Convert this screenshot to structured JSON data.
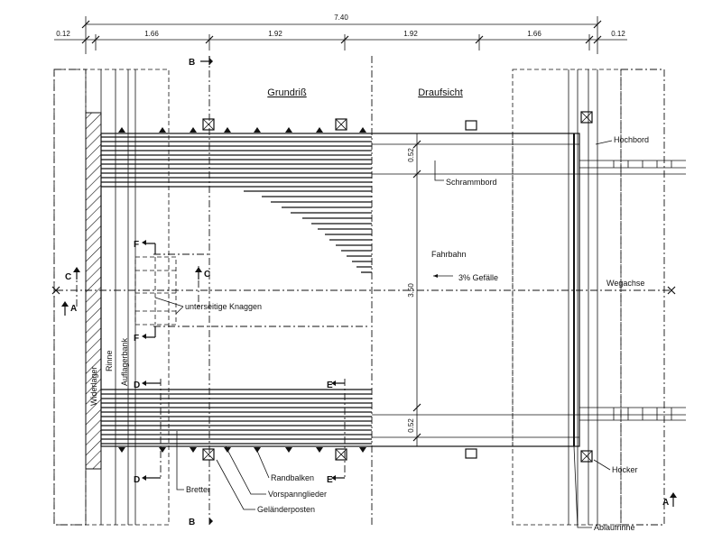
{
  "dimensions": {
    "overall": "7.40",
    "segments": [
      "0.12",
      "1.66",
      "1.92",
      "1.92",
      "1.66",
      "0.12"
    ],
    "vertical": [
      "0.52",
      "3.50",
      "0.52"
    ]
  },
  "titles": {
    "plan": "Grundriß",
    "top_view": "Draufsicht"
  },
  "sections": {
    "b_top": "B",
    "b_bottom": "B",
    "c_left": "C",
    "c_right": "C",
    "a_left": "A",
    "a_right": "A",
    "f_top": "F",
    "f_bottom": "F",
    "d_top": "D",
    "d_bottom": "D",
    "e_top": "E",
    "e_bottom": "E"
  },
  "labels": {
    "hochbord": "Hochbord",
    "schrammbord": "Schrammbord",
    "fahrbahn": "Fahrbahn",
    "gefaelle": "3% Gefälle",
    "wegachse": "Wegachse",
    "knaggen": "unterseitige Knaggen",
    "widerlager": "Widerlager",
    "rinne": "Rinne",
    "auflagerbank": "Auflagerbank",
    "bretter": "Bretter",
    "randbalken": "Randbalken",
    "vorspannglieder": "Vorspannglieder",
    "gelaenderpfosten": "Geländerposten",
    "hocker": "Hocker",
    "ablaufrinne": "Ablaufrinne"
  }
}
